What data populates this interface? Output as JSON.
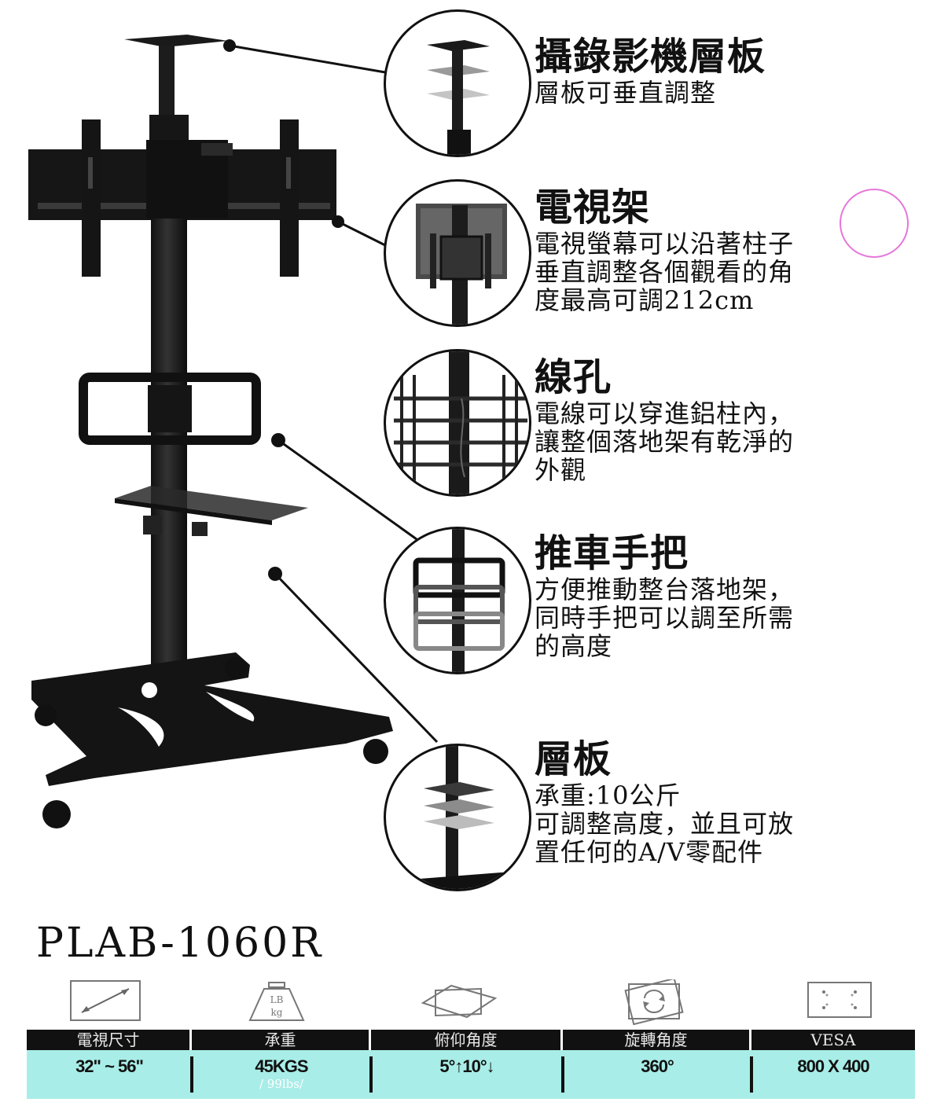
{
  "features": [
    {
      "title": "攝錄影機層板",
      "lines": [
        "層板可垂直調整"
      ]
    },
    {
      "title": "電視架",
      "lines": [
        "電視螢幕可以沿著柱子",
        "垂直調整各個觀看的角",
        "度最高可調212cm"
      ]
    },
    {
      "title": "線孔",
      "lines": [
        "電線可以穿進鋁柱內，",
        "讓整個落地架有乾淨的",
        "外觀"
      ]
    },
    {
      "title": "推車手把",
      "lines": [
        "方便推動整台落地架，",
        "同時手把可以調至所需",
        "的高度"
      ]
    },
    {
      "title": "層板",
      "lines": [
        "承重:10公斤",
        "可調整高度，並且可放",
        "置任何的A/V零配件"
      ]
    }
  ],
  "model": "PLAB-1060R",
  "specs": {
    "icons": [
      "screen-size-icon",
      "weight-icon",
      "tilt-angle-icon",
      "rotation-icon",
      "vesa-icon"
    ],
    "weight_icon_text": {
      "top": "LB",
      "bottom": "kg"
    },
    "headers": [
      "電視尺寸",
      "承重",
      "俯仰角度",
      "旋轉角度",
      "VESA"
    ],
    "values": [
      "32\" ~ 56\"",
      "45KGS",
      "5°↑10°↓",
      "360°",
      "800 X 400"
    ],
    "weight_sub": "/ 99lbs/"
  },
  "colors": {
    "accent_teal": "#a8ede7",
    "pink_ring": "#e676d9",
    "dark": "#111111"
  }
}
